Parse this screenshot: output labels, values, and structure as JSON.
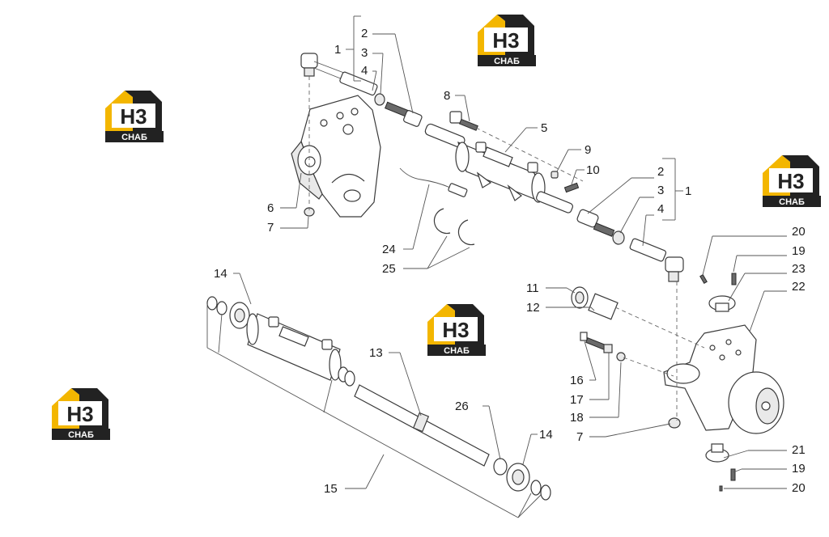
{
  "watermark": {
    "big": "H3",
    "small": "СНАБ",
    "accent": "#f3b600",
    "dark": "#222222"
  },
  "callouts": [
    {
      "id": "c1a",
      "text": "1"
    },
    {
      "id": "c2a",
      "text": "2"
    },
    {
      "id": "c3a",
      "text": "3"
    },
    {
      "id": "c4a",
      "text": "4"
    },
    {
      "id": "c5",
      "text": "5"
    },
    {
      "id": "c6",
      "text": "6"
    },
    {
      "id": "c7a",
      "text": "7"
    },
    {
      "id": "c8",
      "text": "8"
    },
    {
      "id": "c9",
      "text": "9"
    },
    {
      "id": "c10",
      "text": "10"
    },
    {
      "id": "c2b",
      "text": "2"
    },
    {
      "id": "c3b",
      "text": "3"
    },
    {
      "id": "c4b",
      "text": "4"
    },
    {
      "id": "c1b",
      "text": "1"
    },
    {
      "id": "c24",
      "text": "24"
    },
    {
      "id": "c25",
      "text": "25"
    },
    {
      "id": "c20a",
      "text": "20"
    },
    {
      "id": "c19a",
      "text": "19"
    },
    {
      "id": "c23",
      "text": "23"
    },
    {
      "id": "c22",
      "text": "22"
    },
    {
      "id": "c11",
      "text": "11"
    },
    {
      "id": "c12",
      "text": "12"
    },
    {
      "id": "c14a",
      "text": "14"
    },
    {
      "id": "c13",
      "text": "13"
    },
    {
      "id": "c16",
      "text": "16"
    },
    {
      "id": "c17",
      "text": "17"
    },
    {
      "id": "c18",
      "text": "18"
    },
    {
      "id": "c7b",
      "text": "7"
    },
    {
      "id": "c26",
      "text": "26"
    },
    {
      "id": "c14b",
      "text": "14"
    },
    {
      "id": "c21",
      "text": "21"
    },
    {
      "id": "c19b",
      "text": "19"
    },
    {
      "id": "c20b",
      "text": "20"
    },
    {
      "id": "c15",
      "text": "15"
    }
  ]
}
